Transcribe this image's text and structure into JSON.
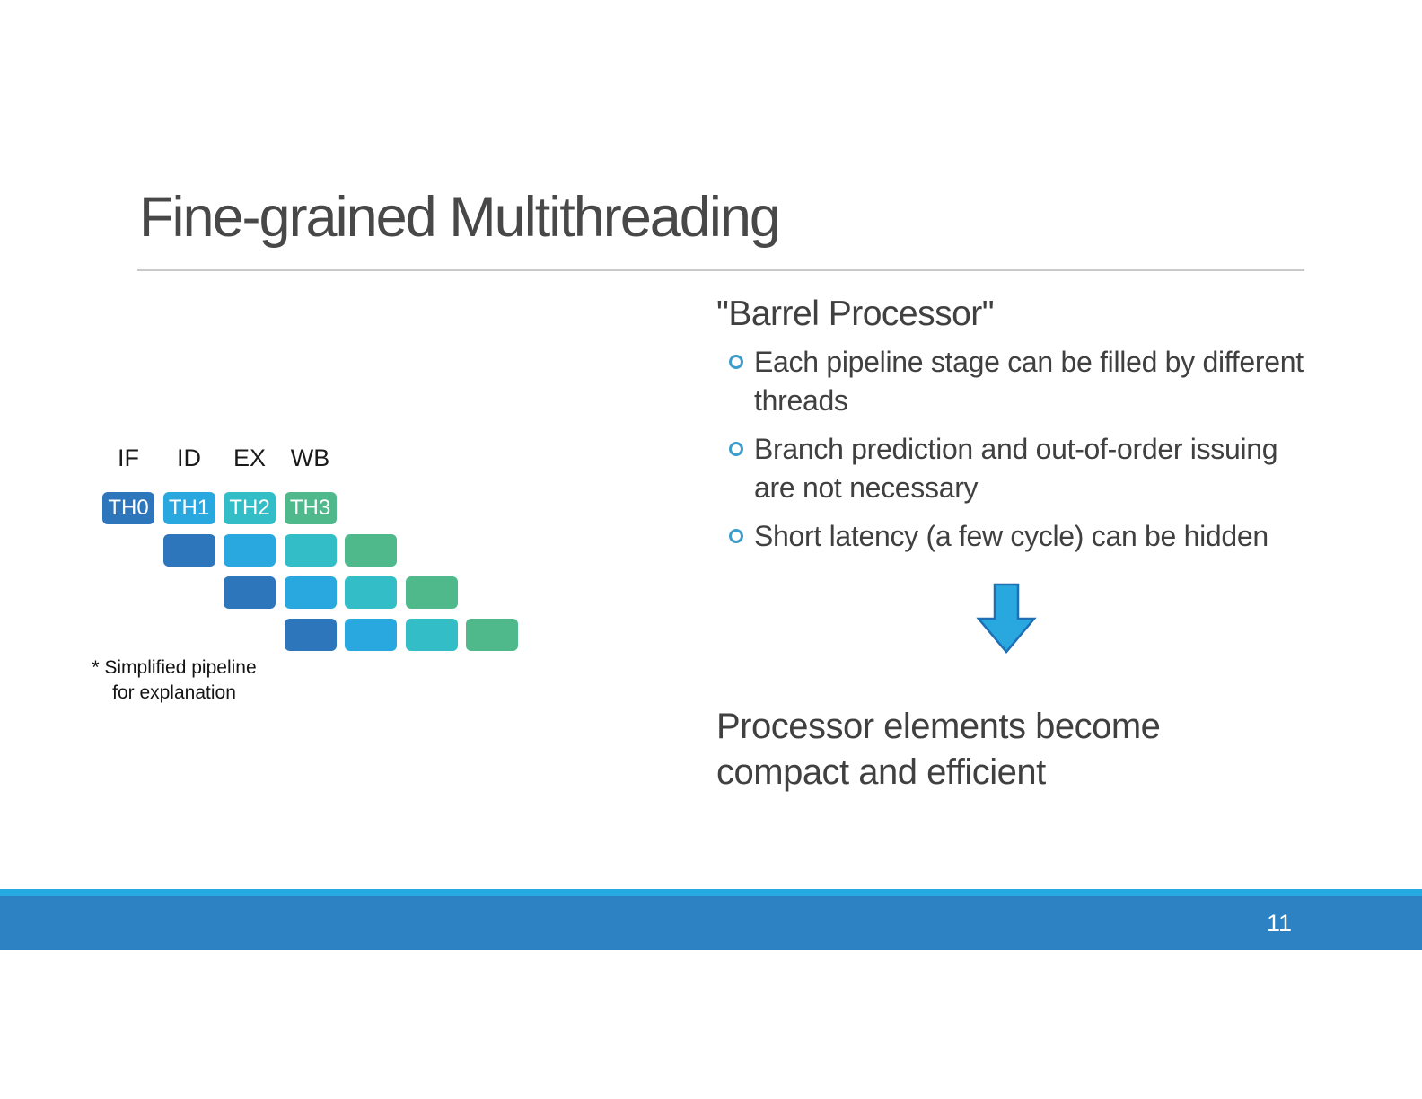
{
  "slide": {
    "title": "Fine-grained Multithreading"
  },
  "diagram": {
    "stage_headers": [
      "IF",
      "ID",
      "EX",
      "WB"
    ],
    "thread_labels": [
      "TH0",
      "TH1",
      "TH2",
      "TH3"
    ],
    "thread_colors": [
      "#2e76bc",
      "#29a8e0",
      "#33bec7",
      "#4fb98c"
    ],
    "rows": 4,
    "caption_line1": "* Simplified pipeline",
    "caption_line2": "for explanation"
  },
  "content": {
    "heading": "\"Barrel Processor\"",
    "bullets": [
      "Each pipeline stage can be filled by different threads",
      "Branch prediction and out-of-order issuing are not necessary",
      "Short latency (a few cycle) can be hidden"
    ],
    "arrow": {
      "fill": "#29a8e0",
      "stroke": "#1e6fb4"
    },
    "conclusion": "Processor elements become compact and efficient"
  },
  "footer": {
    "strip_color": "#27a9e1",
    "bar_color": "#2c82c2",
    "page_number": "11"
  }
}
